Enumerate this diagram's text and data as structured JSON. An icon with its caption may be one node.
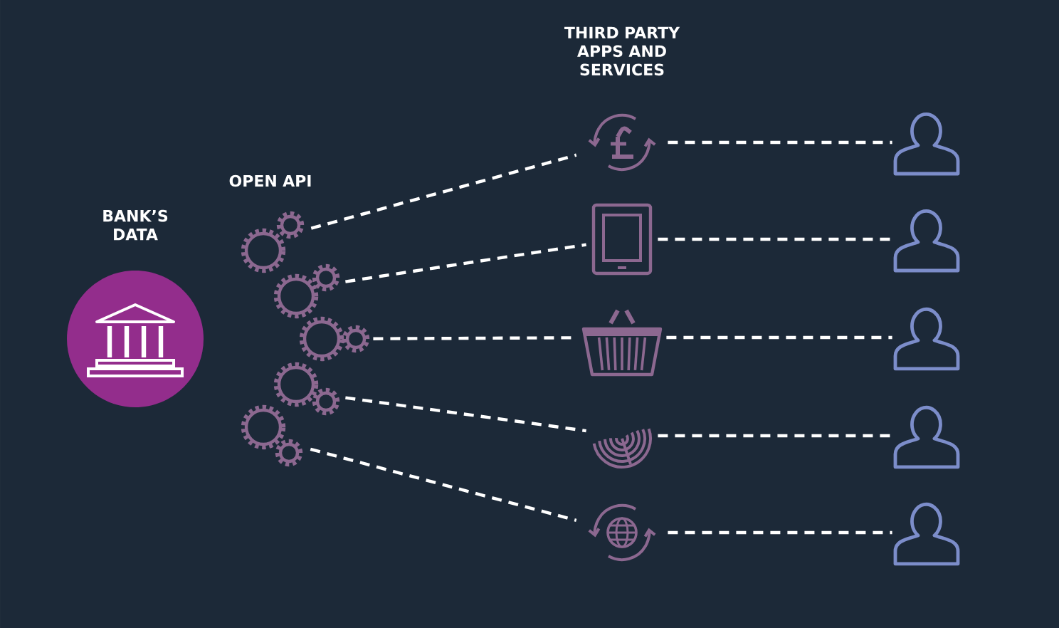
{
  "diagram": {
    "nodes": [
      {
        "text": [
          "BANK’S DATA"
        ]
      },
      {
        "text": [],
        "shape": "gear"
      },
      {
        "text": [],
        "shape": "gear"
      },
      {
        "text": [],
        "shape": "gear"
      },
      {
        "text": [],
        "shape": "gear"
      },
      {
        "text": [],
        "shape": "gear"
      },
      {
        "text": [],
        "shape": "icon"
      },
      {
        "text": [],
        "shape": "icon"
      },
      {
        "text": [],
        "shape": "icon"
      },
      {
        "text": [],
        "shape": "icon"
      },
      {
        "text": [],
        "shape": "icon"
      },
      {
        "text": [],
        "shape": "person"
      },
      {
        "text": [],
        "shape": "person"
      },
      {
        "text": [],
        "shape": "person"
      },
      {
        "text": [],
        "shape": "person"
      },
      {
        "text": [],
        "shape": "person"
      }
    ],
    "edges": [
      {
        "from": 1,
        "to": 6,
        "arrow": "none",
        "style": "dashed"
      },
      {
        "from": 2,
        "to": 7,
        "arrow": "none",
        "style": "dashed"
      },
      {
        "from": 3,
        "to": 8,
        "arrow": "none",
        "style": "dashed"
      },
      {
        "from": 4,
        "to": 9,
        "arrow": "none",
        "style": "dashed"
      },
      {
        "from": 5,
        "to": 10,
        "arrow": "none",
        "style": "dashed"
      },
      {
        "from": 6,
        "to": 11,
        "arrow": "none",
        "style": "dashed"
      },
      {
        "from": 7,
        "to": 12,
        "arrow": "none",
        "style": "dashed"
      },
      {
        "from": 8,
        "to": 13,
        "arrow": "none",
        "style": "dashed"
      },
      {
        "from": 9,
        "to": 14,
        "arrow": "none",
        "style": "dashed"
      },
      {
        "from": 10,
        "to": 15,
        "arrow": "none",
        "style": "dashed"
      }
    ],
    "labels": [
      "OPEN API",
      "THIRD PARTY APPS AND SERVICES"
    ]
  }
}
